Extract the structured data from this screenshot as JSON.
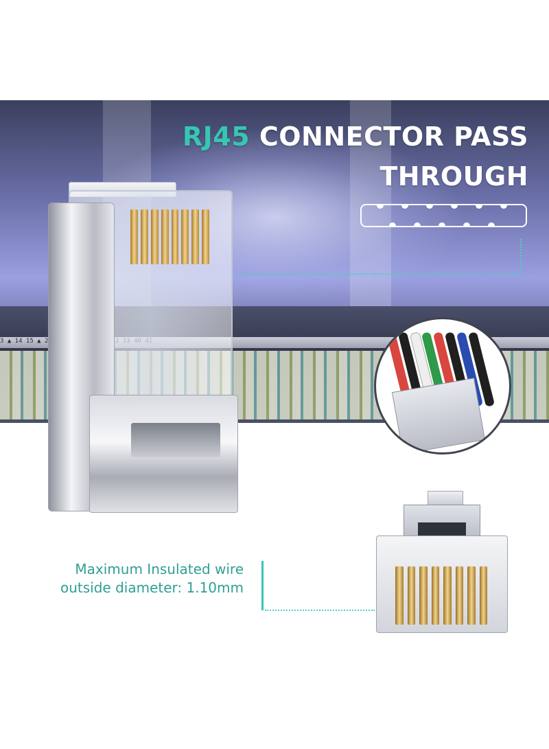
{
  "headline": {
    "accent": "RJ45",
    "rest_line1": "CONNECTOR PASS",
    "line2": "THROUGH"
  },
  "spec": {
    "line1": "Maximum Insulated wire",
    "line2": "outside diameter: 1.10mm"
  },
  "panel_port_numbers": "3 ▲ 14  15      ▲ 26  27  28  29  30  31  32  33          40  41",
  "colors": {
    "accent": "#37c6b3",
    "spec_text": "#2f9f93",
    "wire_colors": [
      "#d9453f",
      "#1f1f1f",
      "#eeeeee",
      "#2f9a4a",
      "#d9453f",
      "#1f1f1f",
      "#2a4bb0",
      "#1f1f1f"
    ]
  }
}
